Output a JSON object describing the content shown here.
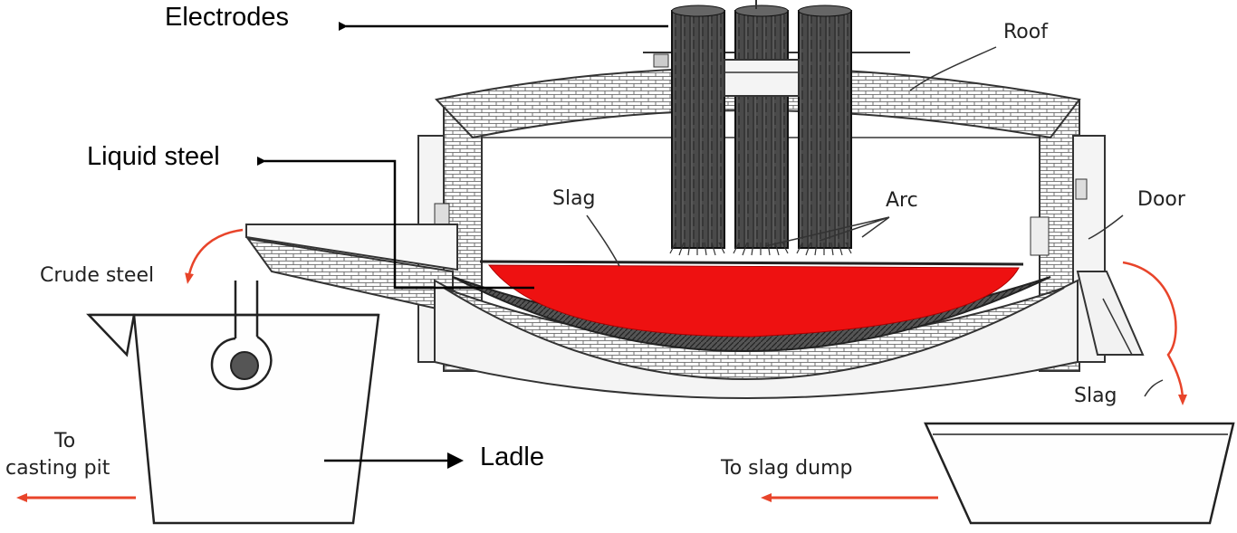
{
  "labels": {
    "electrodes": "Electrodes",
    "roof": "Roof",
    "liquid_steel": "Liquid steel",
    "slag_top": "Slag",
    "arc": "Arc",
    "door": "Door",
    "crude_steel": "Crude steel",
    "ladle": "Ladle",
    "to_casting_pit_line1": "To",
    "to_casting_pit_line2": "casting pit",
    "slag_bottom": "Slag",
    "to_slag_dump": "To slag dump"
  },
  "colors": {
    "molten_steel": "#ee1111",
    "flow_arrow": "#e8442a",
    "callout": "#000000",
    "line_art": "#333333"
  }
}
